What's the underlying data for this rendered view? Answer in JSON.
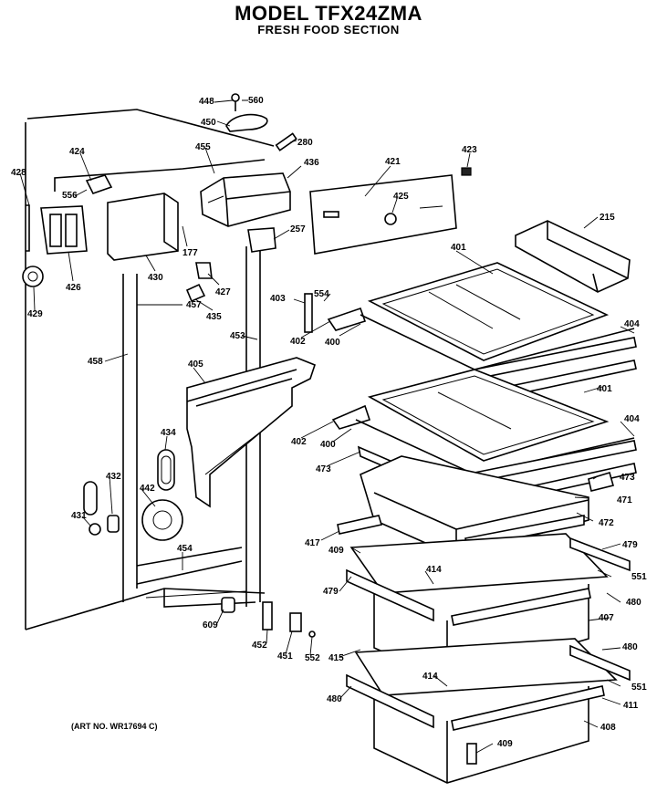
{
  "header": {
    "title": "MODEL TFX24ZMA",
    "subtitle": "FRESH FOOD SECTION"
  },
  "footer": {
    "art_no": "(ART NO. WR17694 C)"
  },
  "callouts": [
    "448",
    "560",
    "450",
    "280",
    "424",
    "455",
    "436",
    "423",
    "421",
    "428",
    "556",
    "425",
    "215",
    "257",
    "177",
    "430",
    "427",
    "401",
    "426",
    "403",
    "554",
    "429",
    "457",
    "435",
    "404",
    "402",
    "400",
    "453",
    "458",
    "405",
    "401",
    "404",
    "402",
    "400",
    "473",
    "434",
    "473",
    "432",
    "471",
    "442",
    "472",
    "431",
    "417",
    "409",
    "479",
    "454",
    "414",
    "551",
    "479",
    "480",
    "609",
    "407",
    "452",
    "451",
    "552",
    "415",
    "480",
    "414",
    "551",
    "480",
    "411",
    "408",
    "409"
  ]
}
